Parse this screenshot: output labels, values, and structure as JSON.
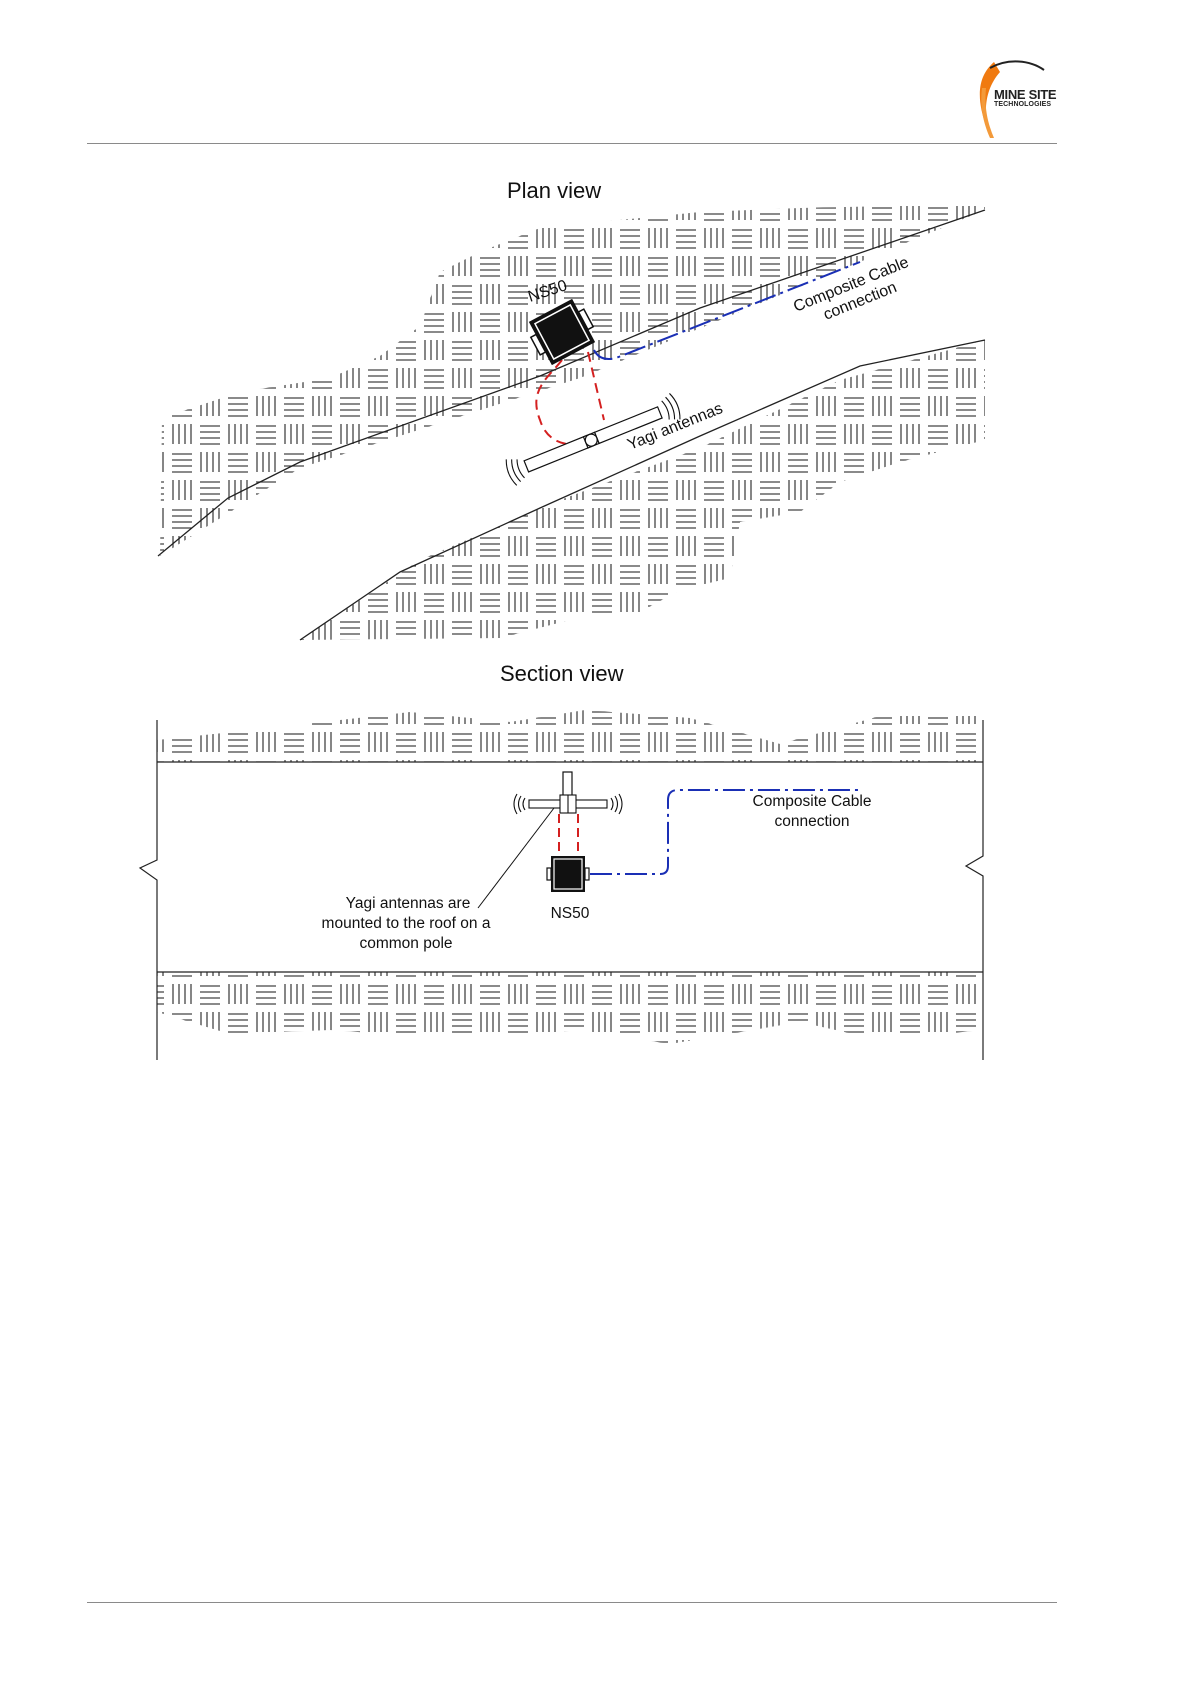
{
  "header": {
    "logo_line1": "MINE SITE",
    "logo_line2": "TECHNOLOGIES",
    "logo_icon": "mine-site-flame-logo"
  },
  "plan_view": {
    "title": "Plan view",
    "device_label": "NS50",
    "cable_label_line1": "Composite Cable",
    "cable_label_line2": "connection",
    "antenna_label": "Yagi antennas"
  },
  "section_view": {
    "title": "Section view",
    "device_label": "NS50",
    "cable_label_line1": "Composite Cable",
    "cable_label_line2": "connection",
    "antenna_note_line1": "Yagi antennas are",
    "antenna_note_line2": "mounted to the roof on a",
    "antenna_note_line3": "common pole"
  },
  "colors": {
    "cable": "#1a2fb5",
    "antenna_link": "#d42020",
    "rock_hatch": "#444444",
    "rule": "#8a8a8a",
    "logo_orange": "#f07a10"
  }
}
